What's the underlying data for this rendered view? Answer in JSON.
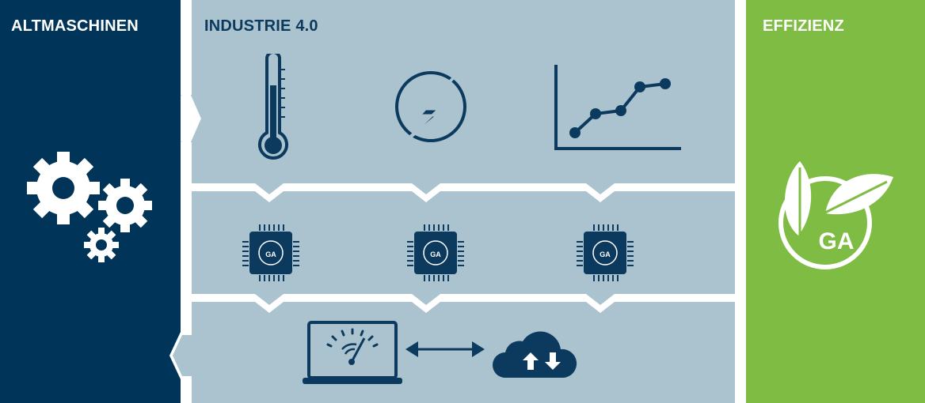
{
  "sections": {
    "left": {
      "title": "ALTMASCHINEN"
    },
    "middle": {
      "title": "INDUSTRIE 4.0"
    },
    "right": {
      "title": "EFFIZIENZ"
    }
  },
  "chip_label": "GA",
  "logo_label": "GA",
  "icons": {
    "left": [
      "gears-icon"
    ],
    "sensors": [
      "thermometer-icon",
      "energy-icon",
      "line-chart-icon"
    ],
    "chips": [
      "chip-icon",
      "chip-icon",
      "chip-icon"
    ],
    "bottom": [
      "laptop-gauge-icon",
      "double-arrow-icon",
      "cloud-upload-download-icon"
    ],
    "right": [
      "leaf-logo-icon"
    ]
  },
  "colors": {
    "navy": "#003458",
    "light_blue_gray": "#aac3cf",
    "green": "#7fbc43",
    "white": "#ffffff"
  }
}
